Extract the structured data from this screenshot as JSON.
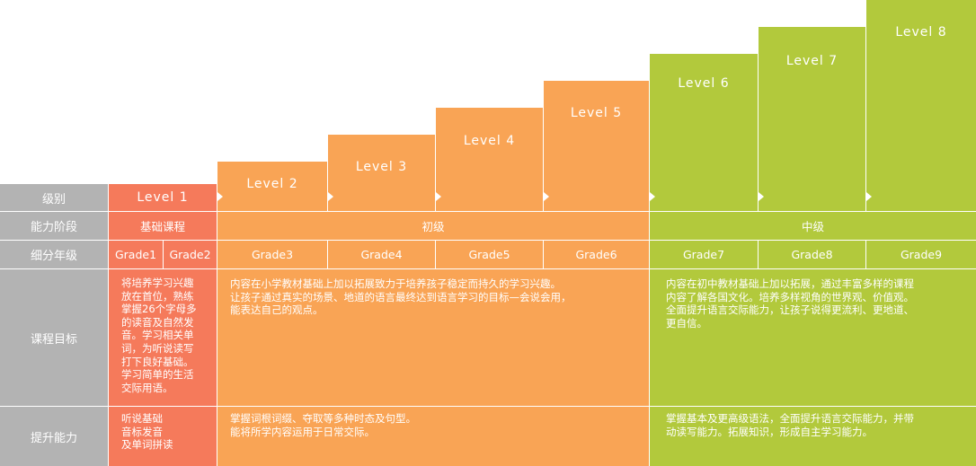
{
  "levels": [
    {
      "label": "Level 1",
      "color": "#f57a5b"
    },
    {
      "label": "Level  2",
      "color": "#f9a455"
    },
    {
      "label": "Level 3",
      "color": "#f9a455"
    },
    {
      "label": "Level 4",
      "color": "#f9a455"
    },
    {
      "label": "Level 5",
      "color": "#f9a455"
    },
    {
      "label": "Level 6",
      "color": "#b2c93c"
    },
    {
      "label": "Level 7",
      "color": "#b2c93c"
    },
    {
      "label": "Level 8",
      "color": "#b2c93c"
    }
  ],
  "row_headers": {
    "level": "级别",
    "stage": "能力阶段",
    "grade": "细分年级",
    "goal": "课程目标",
    "ability": "提升能力"
  },
  "stages": {
    "basic": "基础课程",
    "elementary": "初级",
    "intermediate": "中级"
  },
  "grades": [
    "Grade1",
    "Grade2",
    "Grade3",
    "Grade4",
    "Grade5",
    "Grade6",
    "Grade7",
    "Grade8",
    "Grade9"
  ],
  "goals": {
    "basic": "将培养学习兴趣\n放在首位，熟练\n掌握26个字母多\n的读音及自然发\n音。学习相关单\n词，为听说读写\n打下良好基础。\n学习简单的生活\n交际用语。",
    "elementary": "内容在小学教材基础上加以拓展致力于培养孩子稳定而持久的学习兴趣。\n让孩子通过真实的场景、地道的语言最终达到语言学习的目标—会说会用，\n能表达自己的观点。",
    "intermediate": "内容在初中教材基础上加以拓展，通过丰富多样的课程\n内容了解各国文化。培养多样视角的世界观、价值观。\n全面提升语言交际能力，让孩子说得更流利、更地道、\n更自信。"
  },
  "abilities": {
    "basic": "听说基础\n音标发音\n及单词拼读",
    "elementary": "掌握词根词缀、夺取等多种时态及句型。\n能将所学内容运用于日常交际。",
    "intermediate": "掌握基本及更高级语法，全面提升语言交际能力，并带\n动读写能力。拓展知识，形成自主学习能力。"
  }
}
